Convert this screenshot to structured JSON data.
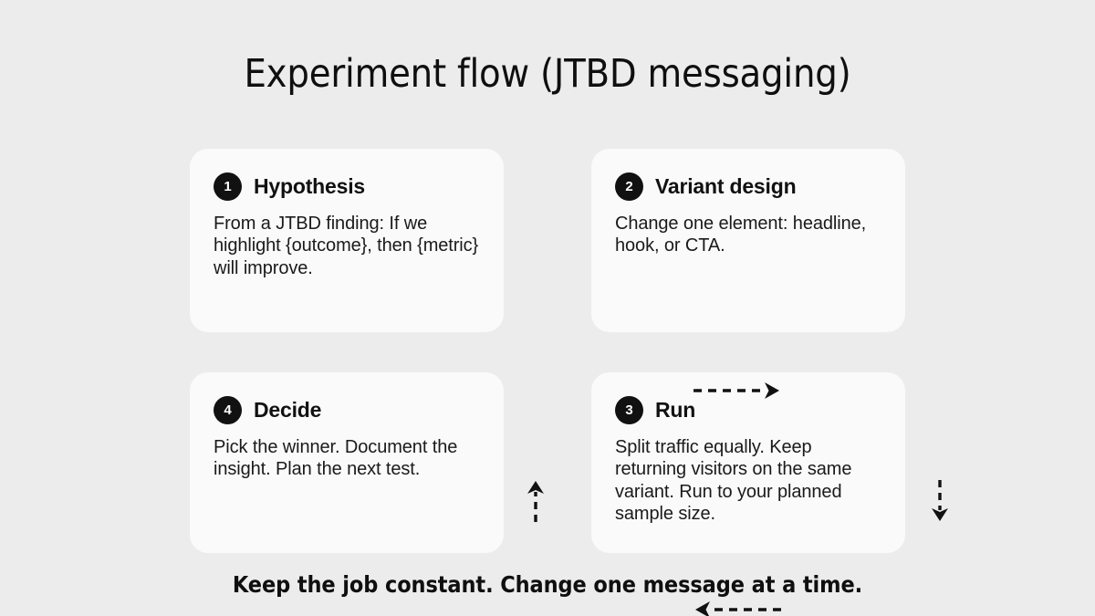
{
  "slide": {
    "title": "Experiment flow (JTBD messaging)",
    "footer": "Keep the job constant. Change one message at a time.",
    "background_color": "#ececec",
    "card_color": "#fafafa",
    "accent_color": "#111111",
    "text_color": "#1a1a1a"
  },
  "cards": [
    {
      "number": "1",
      "title": "Hypothesis",
      "body": "From a JTBD finding: If we highlight {outcome}, then {metric} will improve.",
      "position": "top-left"
    },
    {
      "number": "2",
      "title": "Variant design",
      "body": "Change one element: headline, hook, or CTA.",
      "position": "top-right"
    },
    {
      "number": "3",
      "title": "Run",
      "body": "Split traffic equally. Keep returning visitors on the same variant. Run to your planned sample size.",
      "position": "bottom-right"
    },
    {
      "number": "4",
      "title": "Decide",
      "body": "Pick the winner. Document the insight. Plan the next test.",
      "position": "bottom-left"
    }
  ],
  "arrows": [
    {
      "name": "arrow-1-to-2",
      "direction": "right",
      "style": "dashed",
      "from": "1",
      "to": "2"
    },
    {
      "name": "arrow-2-to-3",
      "direction": "down",
      "style": "dashed",
      "from": "2",
      "to": "3"
    },
    {
      "name": "arrow-3-to-4",
      "direction": "left",
      "style": "dashed",
      "from": "3",
      "to": "4"
    },
    {
      "name": "arrow-4-to-1",
      "direction": "up",
      "style": "dashed",
      "from": "4",
      "to": "1"
    }
  ]
}
